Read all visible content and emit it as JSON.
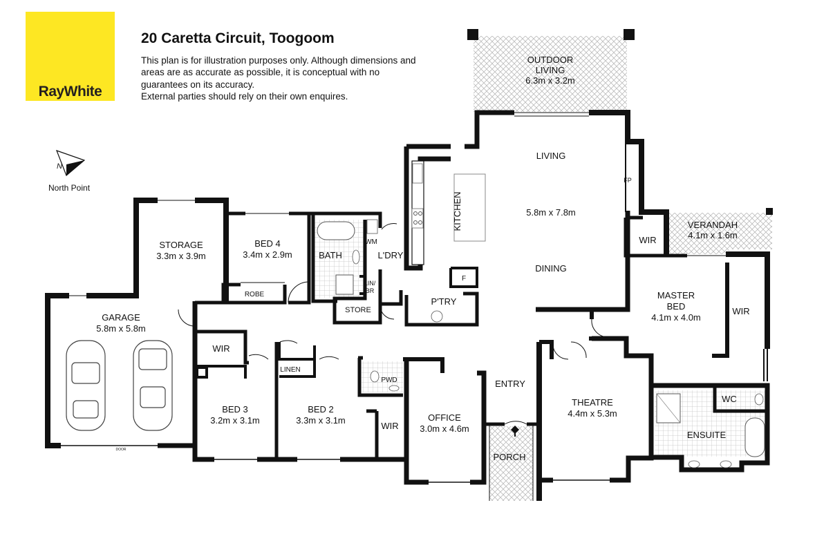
{
  "header": {
    "logo_text": "RayWhite",
    "title": "20 Caretta Circuit, Toogoom",
    "disclaimer": [
      "This plan is for illustration purposes only.  Although dimensions and",
      "areas are as accurate as possible, it is conceptual with no",
      "guarantees on its accuracy.",
      "External parties should rely on their own enquires."
    ]
  },
  "north_point": {
    "label": "North Point",
    "letter": "N"
  },
  "colors": {
    "brand_yellow": "#fde723",
    "wall": "#111111"
  },
  "rooms": {
    "outdoor_living": {
      "name_line1": "OUTDOOR",
      "name_line2": "LIVING",
      "size": "6.3m x 3.2m"
    },
    "living": {
      "name": "LIVING"
    },
    "living_dining_size": "5.8m x 7.8m",
    "dining": {
      "name": "DINING"
    },
    "fp": "FP",
    "kitchen": "KITCHEN",
    "laundry": "L'DRY",
    "wm": "WM",
    "lin_br_line1": "LIN/",
    "lin_br_line2": "BR",
    "bath": "BATH",
    "store": "STORE",
    "pantry": "P'TRY",
    "fridge": "F",
    "bed4": {
      "name": "BED 4",
      "size": "3.4m x 2.9m"
    },
    "robe": "ROBE",
    "storage": {
      "name": "STORAGE",
      "size": "3.3m x 3.9m"
    },
    "garage": {
      "name": "GARAGE",
      "size": "5.8m x 5.8m"
    },
    "garage_door": "DOOR",
    "wir_bed3": "WIR",
    "bed3": {
      "name": "BED 3",
      "size": "3.2m x 3.1m"
    },
    "linen": "LINEN",
    "bed2": {
      "name": "BED 2",
      "size": "3.3m x 3.1m"
    },
    "wir_bed2": "WIR",
    "pwd": "PWD",
    "office": {
      "name": "OFFICE",
      "size": "3.0m x 4.6m"
    },
    "entry": "ENTRY",
    "porch": "PORCH",
    "theatre": {
      "name": "THEATRE",
      "size": "4.4m x 5.3m"
    },
    "verandah": {
      "name": "VERANDAH",
      "size": "4.1m x 1.6m"
    },
    "wir_master": "WIR",
    "master_bed": {
      "name_line1": "MASTER",
      "name_line2": "BED",
      "size": "4.1m x 4.0m"
    },
    "wir_master_right": "WIR",
    "wc": "WC",
    "ensuite": "ENSUITE"
  }
}
